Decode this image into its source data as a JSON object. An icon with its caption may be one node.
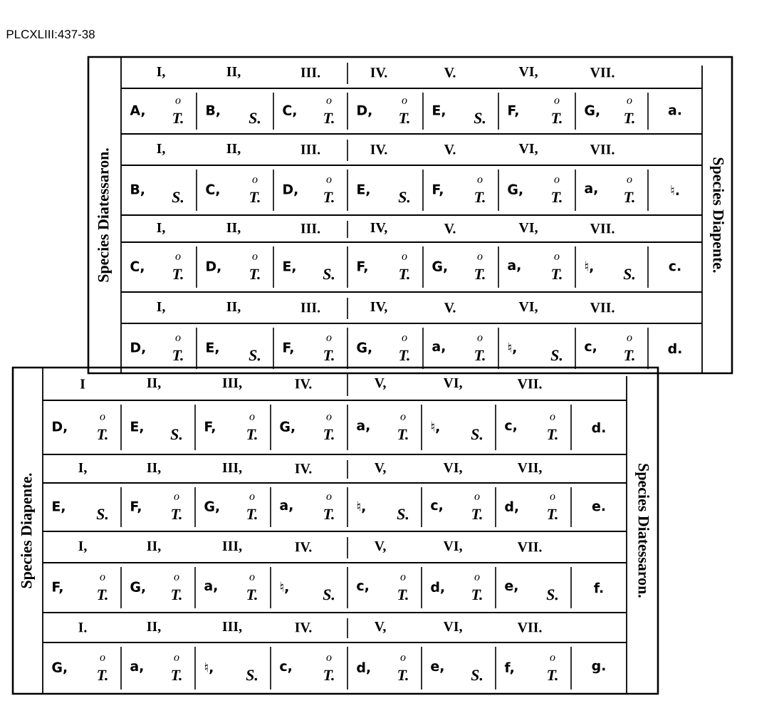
{
  "diagram": {
    "title": "PLCXLIII:437-38",
    "labels": [
      "Species Diatessaron.",
      "I,",
      "II,",
      "III.",
      "IV.",
      "V.",
      "VI,",
      "VII.",
      "A,",
      "o",
      "T.",
      "B,",
      "S.",
      "C,",
      "o",
      "T.",
      "D,",
      "o",
      "T.",
      "E,",
      "S.",
      "F,",
      "o",
      "T.",
      "G,",
      "o",
      "T.",
      "a.",
      "I,",
      "II,",
      "III.",
      "IV.",
      "V.",
      "VI,",
      "VII.",
      "B,",
      "S.",
      "C,",
      "o",
      "T.",
      "D,",
      "o",
      "T.",
      "E,",
      "S.",
      "F,",
      "o",
      "T.",
      "G,",
      "o",
      "T.",
      "a,",
      "o",
      "T.",
      "♮.",
      "I,",
      "II,",
      "III.",
      "IV,",
      "V.",
      "VI,",
      "VII.",
      "C,",
      "o",
      "T.",
      "D,",
      "o",
      "T.",
      "E,",
      "S.",
      "F,",
      "o",
      "T.",
      "G,",
      "o",
      "T.",
      "a,",
      "o",
      "T.",
      "♮,",
      "S.",
      "c.",
      "I,",
      "II,",
      "III.",
      "IV,",
      "V.",
      "VI,",
      "VII.",
      "D,",
      "o",
      "T.",
      "E,",
      "S.",
      "F,",
      "o",
      "T.",
      "G,",
      "o",
      "T.",
      "a,",
      "o",
      "T.",
      "♮,",
      "S.",
      "c,",
      "o",
      "T.",
      "d.",
      "Species Diapente.",
      "Species Diapente.",
      "I",
      "II,",
      "III,",
      "IV.",
      "V,",
      "VI,",
      "VII.",
      "D,",
      "o",
      "T.",
      "E,",
      "S.",
      "F,",
      "o",
      "T.",
      "G,",
      "o",
      "T.",
      "a,",
      "o",
      "T.",
      "♮,",
      "S.",
      "c,",
      "o",
      "T.",
      "d.",
      "I,",
      "II,",
      "III,",
      "IV.",
      "V,",
      "VI,",
      "VII,",
      "E,",
      "S.",
      "F,",
      "o",
      "T.",
      "G,",
      "o",
      "T.",
      "a,",
      "o",
      "T.",
      "♮,",
      "S.",
      "c,",
      "o",
      "T.",
      "d,",
      "o",
      "T.",
      "e.",
      "I,",
      "II,",
      "III,",
      "IV.",
      "V,",
      "VI,",
      "VII.",
      "F,",
      "o",
      "T.",
      "G,",
      "o",
      "T.",
      "a,",
      "o",
      "T.",
      "♮,",
      "S.",
      "c,",
      "o",
      "T.",
      "d,",
      "o",
      "T.",
      "e,",
      "S.",
      "f.",
      "I.",
      "II,",
      "III,",
      "IV.",
      "V,",
      "VI,",
      "VII.",
      "G,",
      "o",
      "T.",
      "a,",
      "o",
      "T.",
      "♮,",
      "S.",
      "c,",
      "o",
      "T.",
      "d,",
      "o",
      "T.",
      "e,",
      "S.",
      "f,",
      "o",
      "T.",
      "g.",
      "Species Diatessaron."
    ]
  }
}
